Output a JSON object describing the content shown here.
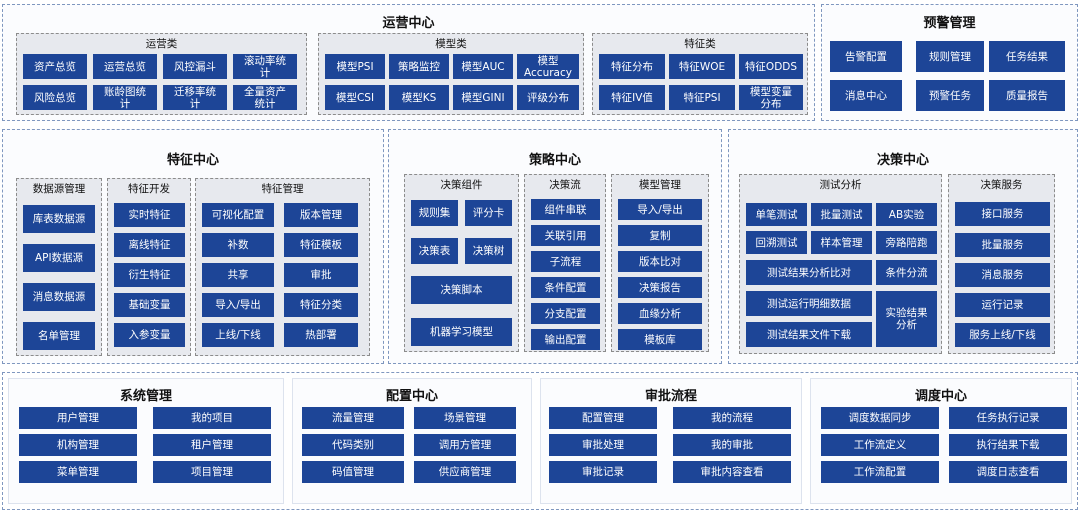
{
  "ops": {
    "title": "运营中心",
    "groups": [
      {
        "title": "运营类",
        "items": [
          "资产总览",
          "运营总览",
          "风控漏斗",
          "滚动率统\n计",
          "风险总览",
          "账龄图统\n计",
          "迁移率统\n计",
          "全量资产\n统计"
        ]
      },
      {
        "title": "模型类",
        "items": [
          "模型PSI",
          "策略监控",
          "模型AUC",
          "模型\nAccuracy",
          "模型CSI",
          "模型KS",
          "模型GINI",
          "评级分布"
        ]
      },
      {
        "title": "特征类",
        "items": [
          "特征分布",
          "特征WOE",
          "特征ODDS",
          "特征IV值",
          "特征PSI",
          "模型变量\n分布"
        ]
      }
    ]
  },
  "alert": {
    "title": "预警管理",
    "items": [
      "告警配置",
      "规则管理",
      "任务结果",
      "消息中心",
      "预警任务",
      "质量报告"
    ]
  },
  "feature": {
    "title": "特征中心",
    "groups": [
      {
        "title": "数据源管理",
        "items": [
          "库表数据源",
          "API数据源",
          "消息数据源",
          "名单管理"
        ]
      },
      {
        "title": "特征开发",
        "items": [
          "实时特征",
          "离线特征",
          "衍生特征",
          "基础变量",
          "入参变量"
        ]
      },
      {
        "title": "特征管理",
        "items": [
          "可视化配置",
          "版本管理",
          "补数",
          "特征模板",
          "共享",
          "审批",
          "导入/导出",
          "特征分类",
          "上线/下线",
          "热部署"
        ]
      }
    ]
  },
  "strategy": {
    "title": "策略中心",
    "groups": [
      {
        "title": "决策组件",
        "items": [
          "规则集",
          "评分卡",
          "决策表",
          "决策树",
          "决策脚本",
          "机器学习模型"
        ]
      },
      {
        "title": "决策流",
        "items": [
          "组件串联",
          "关联引用",
          "子流程",
          "条件配置",
          "分支配置",
          "输出配置"
        ]
      },
      {
        "title": "模型管理",
        "items": [
          "导入/导出",
          "复制",
          "版本比对",
          "决策报告",
          "血缘分析",
          "模板库"
        ]
      }
    ]
  },
  "decision": {
    "title": "决策中心",
    "groups": [
      {
        "title": "测试分析",
        "items": [
          "单笔测试",
          "批量测试",
          "AB实验",
          "回溯测试",
          "样本管理",
          "旁路陪跑",
          "测试结果分析比对",
          "条件分流",
          "测试运行明细数据",
          "实验结果\n分析",
          "测试结果文件下载"
        ]
      },
      {
        "title": "决策服务",
        "items": [
          "接口服务",
          "批量服务",
          "消息服务",
          "运行记录",
          "服务上线/下线"
        ]
      }
    ]
  },
  "system": {
    "title": "系统管理",
    "items": [
      "用户管理",
      "我的项目",
      "机构管理",
      "租户管理",
      "菜单管理",
      "项目管理"
    ]
  },
  "config": {
    "title": "配置中心",
    "items": [
      "流量管理",
      "场景管理",
      "代码类别",
      "调用方管理",
      "码值管理",
      "供应商管理"
    ]
  },
  "approval": {
    "title": "审批流程",
    "items": [
      "配置管理",
      "我的流程",
      "审批处理",
      "我的审批",
      "审批记录",
      "审批内容查看"
    ]
  },
  "schedule": {
    "title": "调度中心",
    "items": [
      "调度数据同步",
      "任务执行记录",
      "工作流定义",
      "执行结果下载",
      "工作流配置",
      "调度日志查看"
    ]
  }
}
